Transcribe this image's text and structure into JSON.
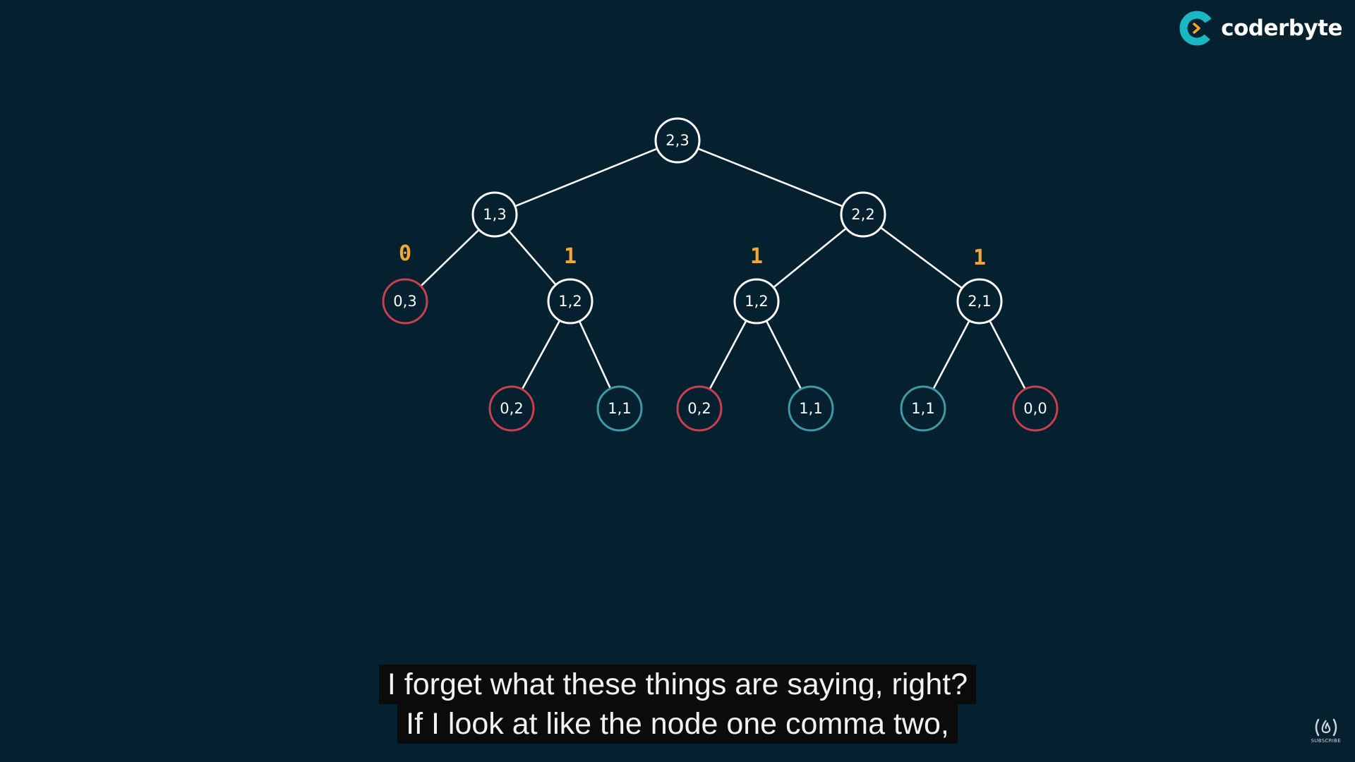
{
  "brand": {
    "name": "coderbyte",
    "accent": "#19b7c3",
    "arrow_color": "#f5a623"
  },
  "colors": {
    "background": "#05202e",
    "edge": "#ffffff",
    "node_default": "#ffffff",
    "node_red": "#c8404f",
    "node_teal": "#3f9aa6",
    "annotation": "#f0a830"
  },
  "tree": {
    "nodes": [
      {
        "id": "n23",
        "label": "2,3",
        "color": "default"
      },
      {
        "id": "n13",
        "label": "1,3",
        "color": "default"
      },
      {
        "id": "n22",
        "label": "2,2",
        "color": "default"
      },
      {
        "id": "n03",
        "label": "0,3",
        "color": "red",
        "annotation": "0"
      },
      {
        "id": "n12a",
        "label": "1,2",
        "color": "default",
        "annotation": "1"
      },
      {
        "id": "n12b",
        "label": "1,2",
        "color": "default",
        "annotation": "1"
      },
      {
        "id": "n21",
        "label": "2,1",
        "color": "default",
        "annotation": "1"
      },
      {
        "id": "n02a",
        "label": "0,2",
        "color": "red"
      },
      {
        "id": "n11a",
        "label": "1,1",
        "color": "teal"
      },
      {
        "id": "n02b",
        "label": "0,2",
        "color": "red"
      },
      {
        "id": "n11b",
        "label": "1,1",
        "color": "teal"
      },
      {
        "id": "n11c",
        "label": "1,1",
        "color": "teal"
      },
      {
        "id": "n00",
        "label": "0,0",
        "color": "red"
      }
    ],
    "edges": [
      [
        "n23",
        "n13"
      ],
      [
        "n23",
        "n22"
      ],
      [
        "n13",
        "n03"
      ],
      [
        "n13",
        "n12a"
      ],
      [
        "n22",
        "n12b"
      ],
      [
        "n22",
        "n21"
      ],
      [
        "n12a",
        "n02a"
      ],
      [
        "n12a",
        "n11a"
      ],
      [
        "n12b",
        "n02b"
      ],
      [
        "n12b",
        "n11b"
      ],
      [
        "n21",
        "n11c"
      ],
      [
        "n21",
        "n00"
      ]
    ]
  },
  "subtitles": {
    "line1": "I forget what these things are saying, right?",
    "line2": "If I look at like the node one comma two,"
  },
  "subscribe_label": "SUBSCRIBE"
}
